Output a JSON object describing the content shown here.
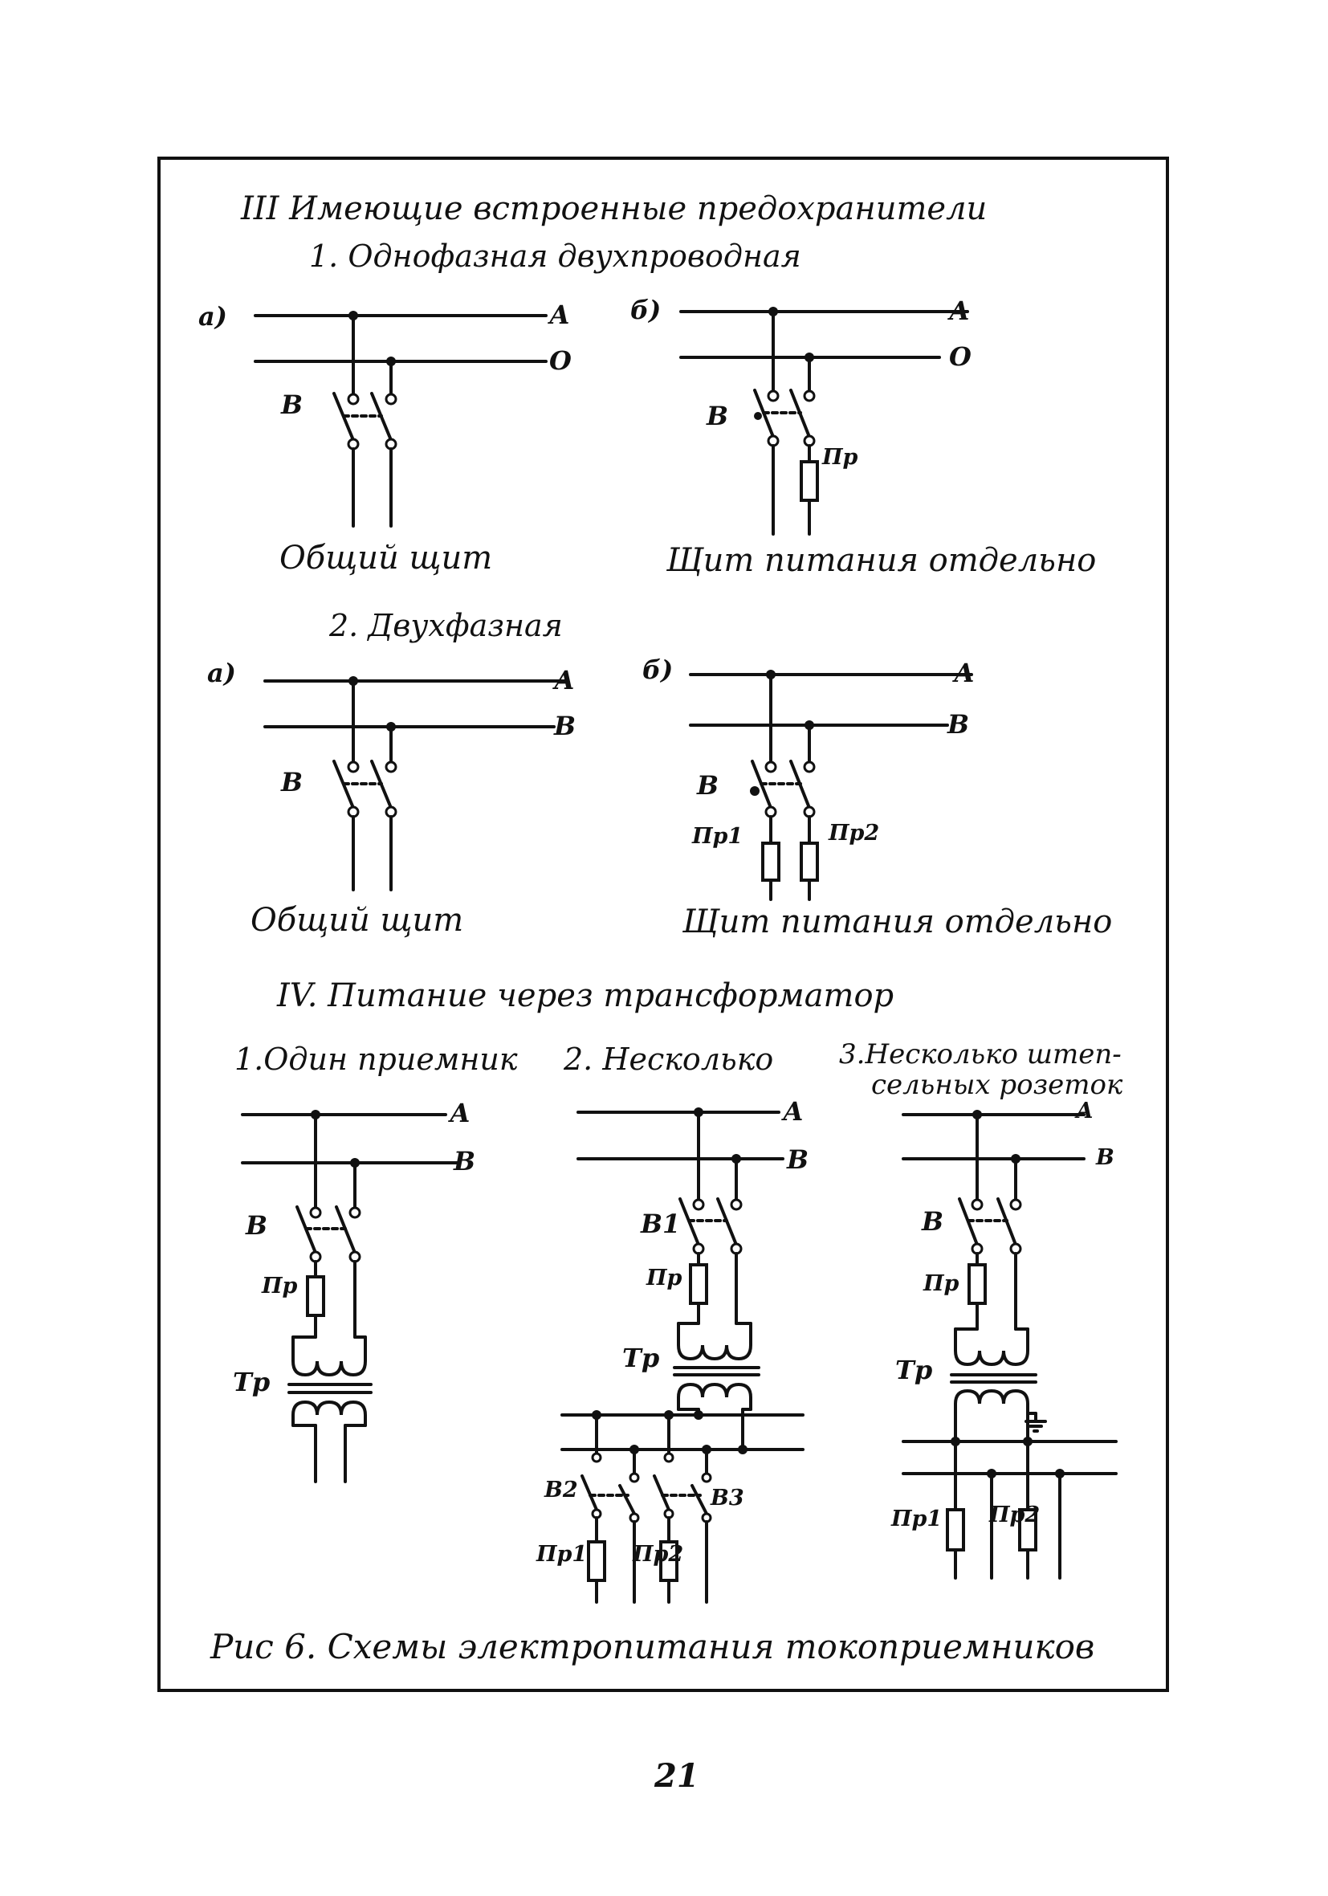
{
  "page": {
    "section3_title": "III Имеющие встроенные предохранители",
    "sub1_title": "1. Однофазная двухпроводная",
    "sub2_title": "2. Двухфазная",
    "section4_title": "IV. Питание через трансформатор",
    "caption": "Рис 6. Схемы электропитания токоприемников",
    "page_number": "21"
  },
  "diagrams": {
    "d1a": {
      "marker": "а)",
      "line1": "А",
      "line2": "О",
      "switch": "В",
      "caption": "Общий щит"
    },
    "d1b": {
      "marker": "б)",
      "line1": "А",
      "line2": "О",
      "switch": "В",
      "fuse": "Пр",
      "caption": "Щит питания отдельно"
    },
    "d2a": {
      "marker": "а)",
      "line1": "А",
      "line2": "В",
      "switch": "В",
      "caption": "Общий щит"
    },
    "d2b": {
      "marker": "б)",
      "line1": "А",
      "line2": "В",
      "switch": "В",
      "fuse1": "Пр1",
      "fuse2": "Пр2",
      "caption": "Щит питания отдельно"
    },
    "t1": {
      "title": "1.Один приемник",
      "line1": "А",
      "line2": "В",
      "switch": "В",
      "fuse": "Пр",
      "transformer": "Тр"
    },
    "t2": {
      "title": "2. Несколько",
      "line1": "А",
      "line2": "В",
      "switch1": "В1",
      "switch2": "В2",
      "switch3": "В3",
      "fuse": "Пр",
      "fuse1": "Пр1",
      "fuse2": "Пр2",
      "transformer": "Тр"
    },
    "t3": {
      "title_line1": "3.Несколько штеп-",
      "title_line2": "сельных розеток",
      "line1": "А",
      "line2": "В",
      "switch": "В",
      "fuse": "Пр",
      "fuse1": "Пр1",
      "fuse2": "Пр2",
      "transformer": "Тр"
    }
  }
}
